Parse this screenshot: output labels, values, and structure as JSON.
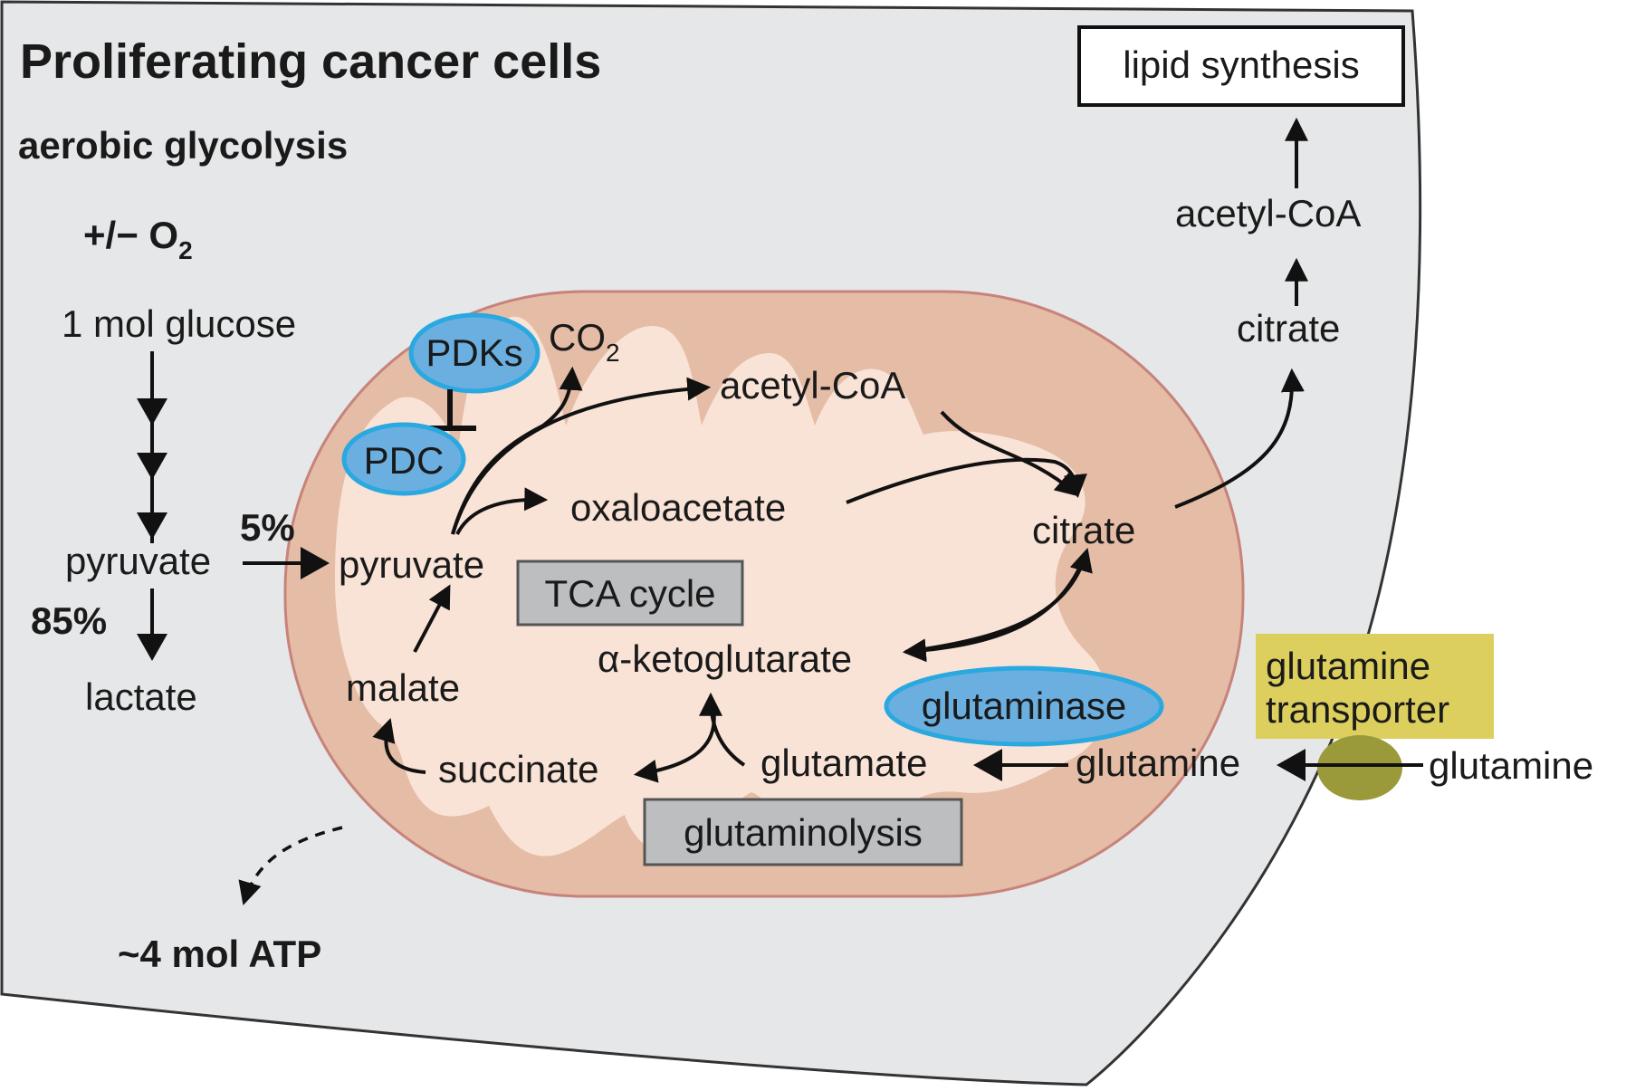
{
  "title": "Proliferating cancer cells",
  "glycolysis": {
    "heading": "aerobic glycolysis",
    "oxygen": "+/− O",
    "oxygen_sub": "2",
    "glucose": "1 mol glucose",
    "pyruvate": "pyruvate",
    "lactate": "lactate",
    "pct_to_lactate": "85%",
    "pct_to_mito": "5%",
    "atp": "~4 mol ATP"
  },
  "mito": {
    "pyruvate": "pyruvate",
    "pdks": "PDKs",
    "pdc": "PDC",
    "co2": "CO",
    "co2_sub": "2",
    "acetyl_coa": "acetyl-CoA",
    "oxaloacetate": "oxaloacetate",
    "citrate": "citrate",
    "tca_cycle": "TCA cycle",
    "akg": "α-ketoglutarate",
    "malate": "malate",
    "succinate": "succinate",
    "glutamate": "glutamate",
    "glutaminase": "glutaminase",
    "glutaminolysis": "glutaminolysis",
    "glutamine": "glutamine"
  },
  "cytosol": {
    "citrate": "citrate",
    "acetyl_coa": "acetyl-CoA",
    "lipid_synthesis": "lipid synthesis",
    "transporter": [
      "glutamine",
      "transporter"
    ],
    "glutamine_outside": "glutamine"
  },
  "colors": {
    "cell_fill": "#e6e7e8",
    "mito_outer": "#e5bca5",
    "mito_inner": "#f9e3d6",
    "enzyme_fill": "#6aafe0",
    "enzyme_stroke": "#2aa8e0",
    "gray_box": "#bcbec0",
    "transporter_label": "#ddcf5e",
    "transporter_body": "#9a9a3a"
  }
}
